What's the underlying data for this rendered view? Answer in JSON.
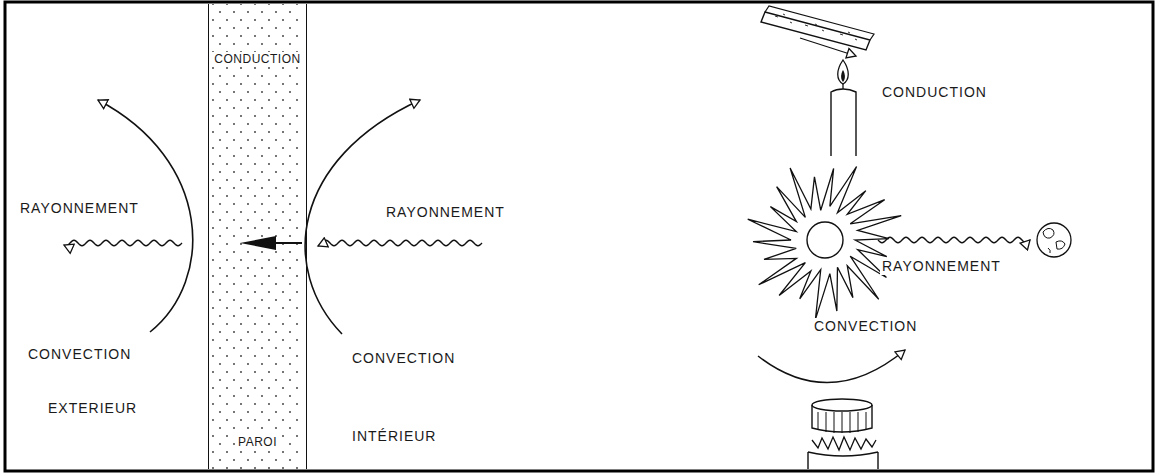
{
  "diagram": {
    "nodes": [
      {
        "text": [
          "CONDUCTION",
          "PAROI"
        ]
      }
    ],
    "labels": [
      "RAYONNEMENT",
      "RAYONNEMENT",
      "CONVECTION",
      "CONVECTION",
      "EXTERIEUR",
      "INTÉRIEUR",
      "CONDUCTION",
      "RAYONNEMENT",
      "CONVECTION"
    ]
  }
}
